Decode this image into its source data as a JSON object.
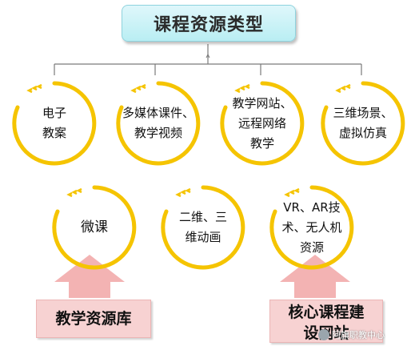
{
  "title": "课程资源类型",
  "nodes_row1": [
    "电子\n教案",
    "多媒体课件、\n教学视频",
    "教学网站、\n远程网络\n教学",
    "三维场景、\n虚拟仿真"
  ],
  "nodes_row2": [
    "微课",
    "二维、三\n维动画",
    "VR、AR技\n术、无人机\n资源"
  ],
  "labels": {
    "left": "教学资源库",
    "right": "核心课程建\n设网站"
  },
  "watermark": "阿旗职教中心",
  "colors": {
    "ring": "#f5c400",
    "arrow": "#f3b3b3",
    "label_bg": "#f7d2d2",
    "title_bg": "#c6f1f5"
  }
}
